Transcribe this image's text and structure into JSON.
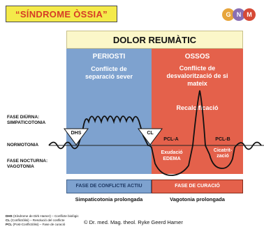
{
  "title": "“SÍNDROME ÒSSIA”",
  "logo_letters": [
    "G",
    "N",
    "M"
  ],
  "header": "DOLOR REUMÀTIC",
  "periosti": {
    "title": "PERIOSTI",
    "text": "Conflicte de separació sever"
  },
  "ossos": {
    "title": "OSSOS",
    "text": "Conflicte de desvalorització de si mateix",
    "recal": "Recalcificació"
  },
  "side_labels": {
    "day": "FASE DIÜRNA:",
    "day_sub": "SIMPATICOTONIA",
    "normo": "NORMOTONIA",
    "night": "FASE NOCTURNA:",
    "night_sub": "VAGOTONIA"
  },
  "markers": {
    "dhs": "DHS",
    "cl": "CL",
    "pcl_a": "PCL-A",
    "pcl_b": "PCL-B",
    "exudacio": "Exudació",
    "edema": "EDEMA",
    "cicatritzacio": "Cicatrit- zació"
  },
  "phases": {
    "active": "FASE DE CONFLICTE ACTIU",
    "healing": "FASE DE CURACIÓ"
  },
  "under": {
    "active": "Simpaticotonia prolongada",
    "healing": "Vagotonia prolongada"
  },
  "legend": {
    "dhs_key": "DHS",
    "dhs_text": "(Síndrome de Dirk Hamer) – Conflicte biològic",
    "cl_key": "CL",
    "cl_text": "(Conflictòlisi) – Resolució del conflicte",
    "pcl_key": "PCL",
    "pcl_text": "(Post-Conflictòlisi) – Fase de curació"
  },
  "copyright": "© Dr. med. Mag. theol. Ryke Geerd Hamer",
  "colors": {
    "blue": "#7ea2cf",
    "red": "#e4614b",
    "yellow": "#f4ea4a",
    "title_red": "#d63b26"
  }
}
